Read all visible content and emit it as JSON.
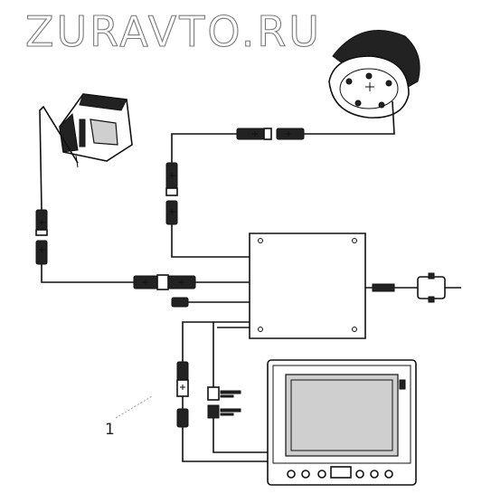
{
  "watermark": {
    "text": "ZURAVTO.RU",
    "color": "#7a7a7a"
  },
  "callouts": {
    "item_1": "1"
  },
  "components": {
    "camera_1": "camera",
    "camera_2": "camera",
    "control_unit": "control-box",
    "monitor": "monitor",
    "power_plug": "plug"
  }
}
